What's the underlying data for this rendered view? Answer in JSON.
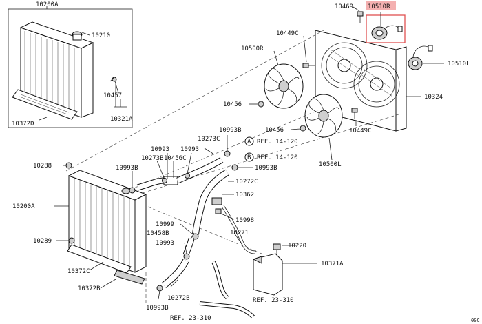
{
  "labels": {
    "p10200A_top": "10200A",
    "p10210": "10210",
    "p10457": "10457",
    "p10321A": "10321A",
    "p10372D": "10372D",
    "p10469": "10469",
    "p10510R": "10510R",
    "p10449C_top": "10449C",
    "p10500R": "10500R",
    "p10510L": "10510L",
    "p10324": "10324",
    "p10456_a": "10456",
    "p10456_b": "10456",
    "p10449C_bot": "10449C",
    "p10500L": "10500L",
    "p10993B_a": "10993B",
    "p10273C": "10273C",
    "ref_a_letter": "A",
    "ref_a": "REF. 14-120",
    "ref_b_letter": "B",
    "ref_b": "REF. 14-120",
    "p10273B": "10273B",
    "p10993_a": "10993",
    "p10993_b": "10993",
    "p10456C": "10456C",
    "p10993B_b": "10993B",
    "p10288": "10288",
    "p10993B_c": "10993B",
    "p10272C": "10272C",
    "p10362": "10362",
    "p10200A_mid": "10200A",
    "p10998": "10998",
    "p10999": "10999",
    "p10271": "10271",
    "p10458B": "10458B",
    "p10289": "10289",
    "p10220": "10220",
    "p10993_c": "10993",
    "p10371A": "10371A",
    "p10372C": "10372C",
    "p10372B": "10372B",
    "p10272B": "10272B",
    "ref_c": "REF. 23-310",
    "p10993B_d": "10993B",
    "ref_d": "REF. 23-310",
    "corner_code": "00C"
  },
  "colors": {
    "highlight": "#e05050",
    "highlight_fill": "#f4b0b0",
    "line": "#222222"
  }
}
